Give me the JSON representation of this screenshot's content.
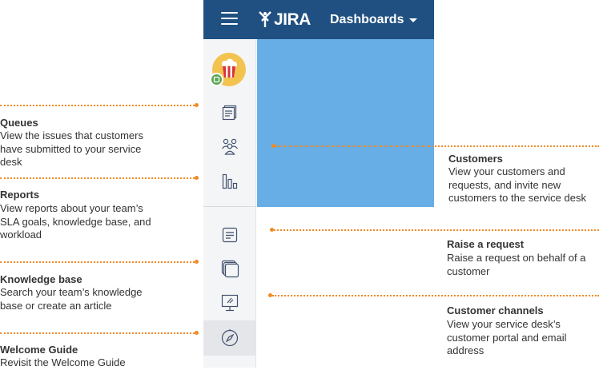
{
  "header": {
    "logo_text": "JIRA",
    "dashboards_label": "Dashboards"
  },
  "sidebar": {
    "items": [
      {
        "name": "queues",
        "icon": "queues-icon"
      },
      {
        "name": "customers",
        "icon": "people-icon"
      },
      {
        "name": "reports",
        "icon": "bar-chart-icon"
      },
      {
        "name": "raise-request",
        "icon": "form-icon"
      },
      {
        "name": "knowledge-base",
        "icon": "stacked-pages-icon"
      },
      {
        "name": "customer-channels",
        "icon": "monitor-icon"
      },
      {
        "name": "welcome-guide",
        "icon": "compass-icon"
      }
    ]
  },
  "annotations": {
    "queues": {
      "title": "Queues",
      "lines": [
        "View the issues that customers",
        "have submitted to your service",
        "desk"
      ]
    },
    "reports": {
      "title": "Reports",
      "lines": [
        "View reports about your team’s",
        "SLA goals, knowledge base, and",
        "workload"
      ]
    },
    "knowledge_base": {
      "title": "Knowledge base",
      "lines": [
        "Search your team’s knowledge",
        "base or create an article"
      ]
    },
    "welcome_guide": {
      "title": "Welcome Guide",
      "lines": [
        "Revisit the Welcome Guide"
      ]
    },
    "customers": {
      "title": "Customers",
      "lines": [
        "View your customers and",
        "requests, and invite new",
        "customers to the service desk"
      ]
    },
    "raise_request": {
      "title": "Raise a request",
      "lines": [
        "Raise a request on behalf of a",
        "customer"
      ]
    },
    "customer_channels": {
      "title": "Customer channels",
      "lines": [
        "View your service desk’s",
        "customer portal and email",
        "address"
      ]
    }
  },
  "colors": {
    "header": "#205081",
    "highlight": "#67ade6",
    "annotation_line": "#f08a24",
    "avatar": "#f3c350",
    "sidebar": "#f4f5f7"
  }
}
